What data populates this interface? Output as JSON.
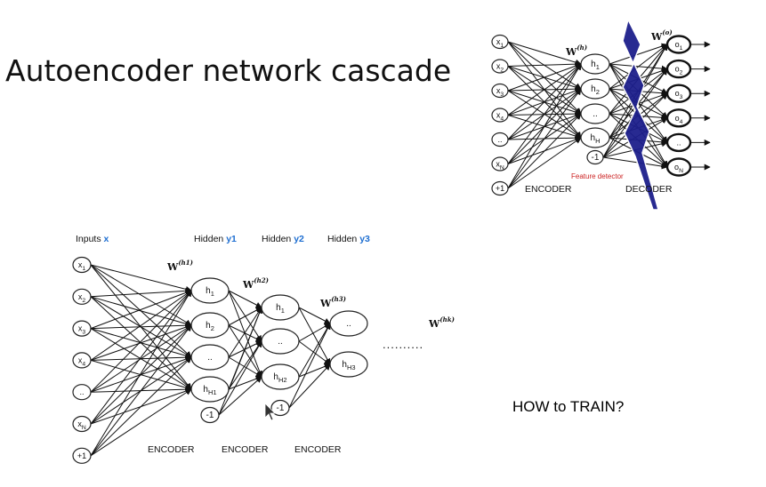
{
  "title": "Autoencoder network cascade",
  "question": "HOW to TRAIN?",
  "colors": {
    "accent": "#1f6fd1",
    "feature_red": "#cc2222",
    "lightning": "#1d1f8c"
  },
  "top_network": {
    "inputs": [
      "x1",
      "x2",
      "x3",
      "x4",
      "..",
      "xN",
      "+1"
    ],
    "hidden": [
      "h1",
      "h2",
      "..",
      "hH",
      "-1"
    ],
    "outputs": [
      "o1",
      "o2",
      "o3",
      "o4",
      "..",
      "oN"
    ],
    "weight_hidden": "W",
    "weight_hidden_sup": "(h)",
    "weight_output": "W",
    "weight_output_sup": "(o)",
    "encoder_label": "ENCODER",
    "decoder_label": "DECODER",
    "feature_label": "Feature detector"
  },
  "cascade": {
    "inputs_label": "Inputs",
    "inputs_var": "x",
    "hidden_label": "Hidden",
    "hidden_vars": [
      "y1",
      "y2",
      "y3"
    ],
    "inputs": [
      "x1",
      "x2",
      "x3",
      "x4",
      "..",
      "xN",
      "+1"
    ],
    "layer1": [
      "h1",
      "h2",
      "..",
      "hH1",
      "-1"
    ],
    "layer2": [
      "h1",
      "..",
      "hH2",
      "-1"
    ],
    "layer3": [
      "..",
      "hH3"
    ],
    "weights": [
      {
        "base": "W",
        "sup": "(h1)"
      },
      {
        "base": "W",
        "sup": "(h2)"
      },
      {
        "base": "W",
        "sup": "(h3)"
      },
      {
        "base": "W",
        "sup": "(hk)"
      }
    ],
    "ellipsis": "..........",
    "encoder_labels": [
      "ENCODER",
      "ENCODER",
      "ENCODER"
    ]
  }
}
